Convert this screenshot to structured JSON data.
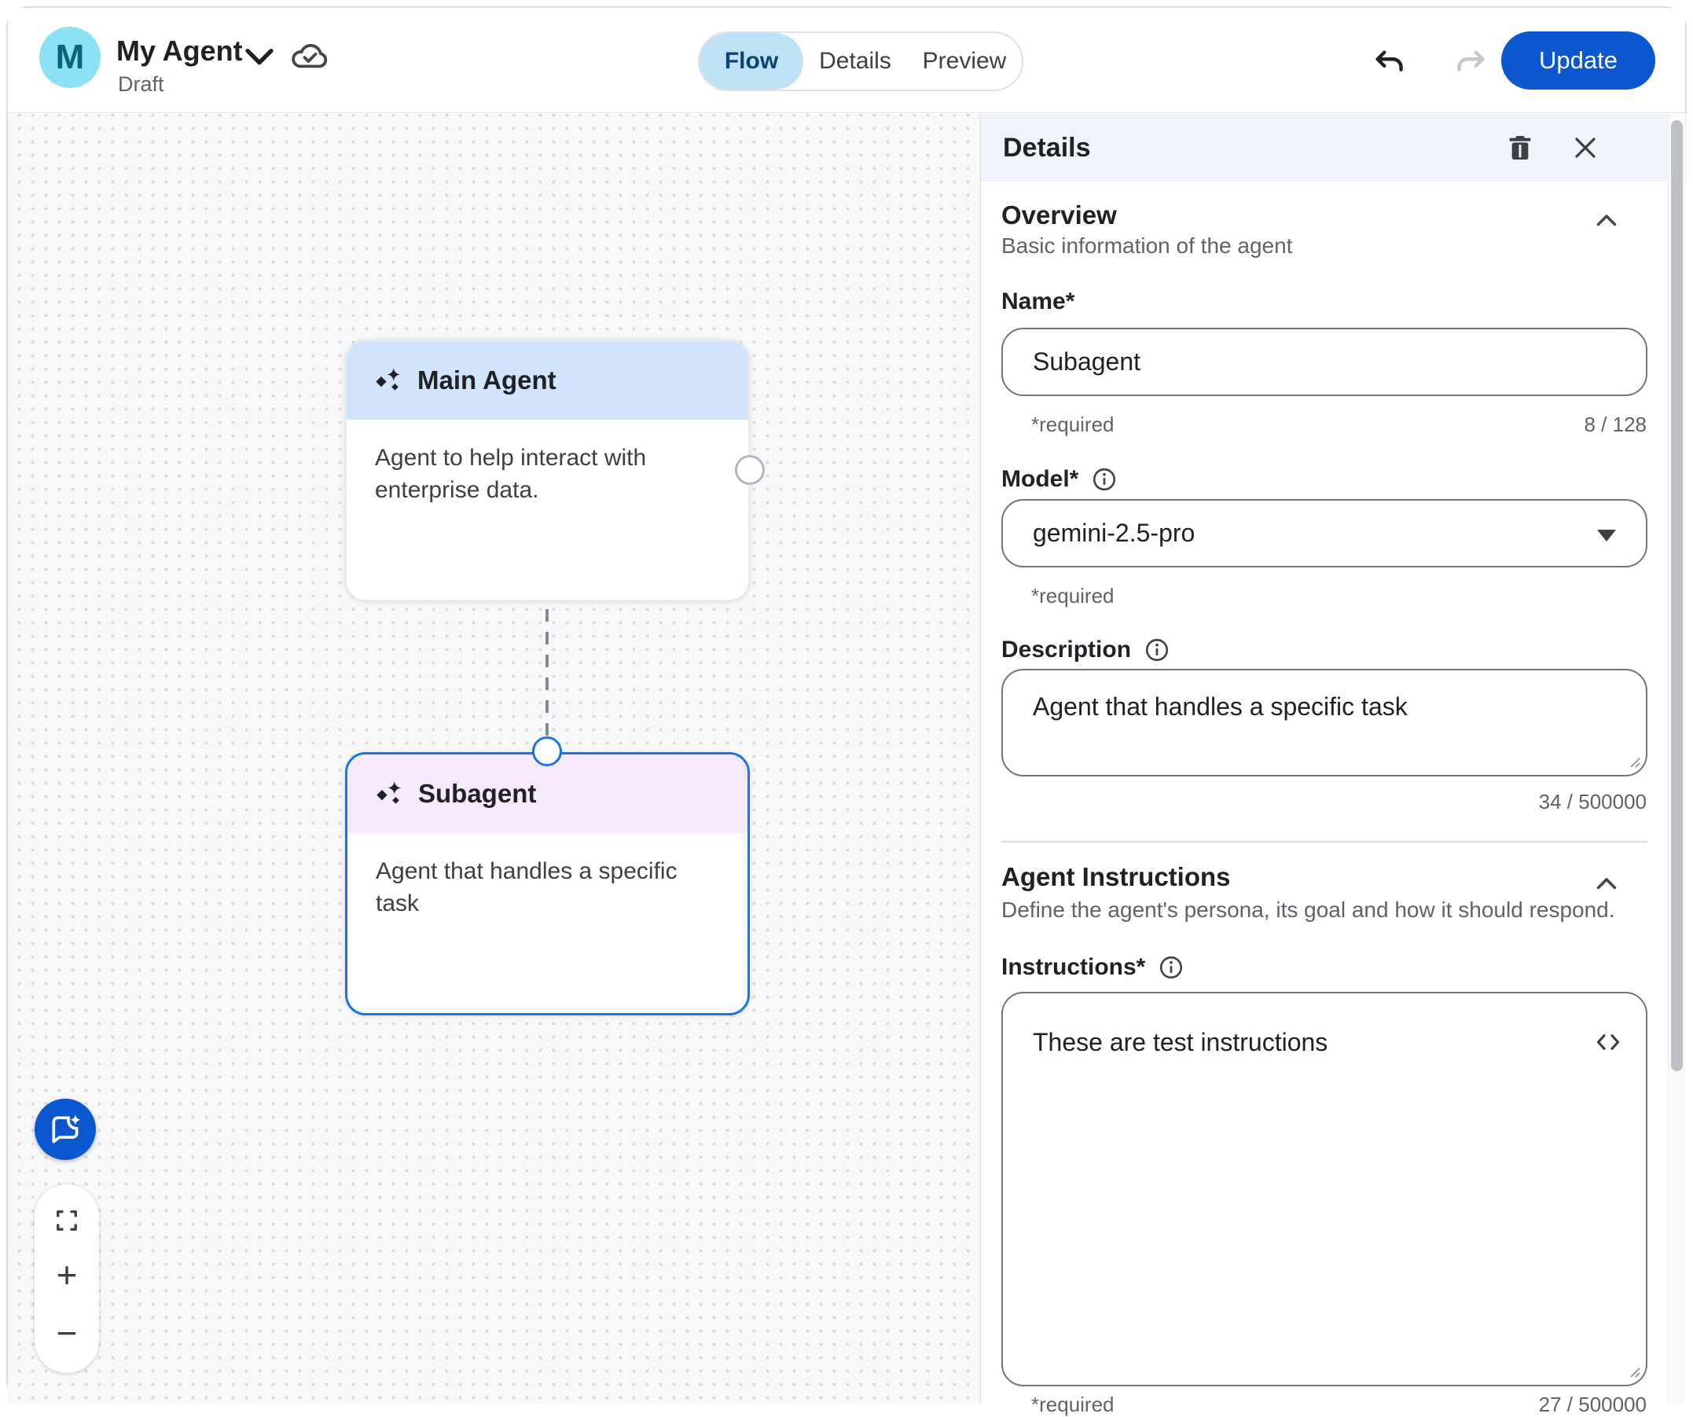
{
  "header": {
    "avatar_letter": "M",
    "title": "My Agent",
    "status": "Draft",
    "tabs": [
      {
        "label": "Flow",
        "active": true
      },
      {
        "label": "Details",
        "active": false
      },
      {
        "label": "Preview",
        "active": false
      }
    ],
    "update_label": "Update"
  },
  "canvas": {
    "nodes": [
      {
        "title": "Main Agent",
        "description": "Agent to help interact with enterprise data."
      },
      {
        "title": "Subagent",
        "description": "Agent that handles a specific task",
        "selected": true
      }
    ]
  },
  "panel": {
    "title": "Details",
    "overview": {
      "heading": "Overview",
      "subtitle": "Basic information of the agent",
      "name_label": "Name*",
      "name_value": "Subagent",
      "name_required": "*required",
      "name_counter": "8 / 128",
      "model_label": "Model*",
      "model_value": "gemini-2.5-pro",
      "model_required": "*required",
      "description_label": "Description",
      "description_value": "Agent that handles a specific task",
      "description_counter": "34 / 500000"
    },
    "instructions": {
      "heading": "Agent Instructions",
      "subtitle": "Define the agent's persona, its goal and how it should respond.",
      "label": "Instructions*",
      "value": "These are test instructions",
      "required": "*required",
      "counter": "27 / 500000"
    }
  },
  "controls": {
    "zoom_in_glyph": "+",
    "zoom_out_glyph": "−"
  },
  "colors": {
    "accent": "#0b57d0",
    "tab-active-bg": "#bee1f6",
    "tab-active-text": "#0d436e",
    "avatar-bg": "#8ce1f4",
    "avatar-text": "#0d6375",
    "node-main-header": "#d2e3fc",
    "node-sub-header": "#f5e9fb",
    "node-selected-border": "#1a73e8"
  }
}
